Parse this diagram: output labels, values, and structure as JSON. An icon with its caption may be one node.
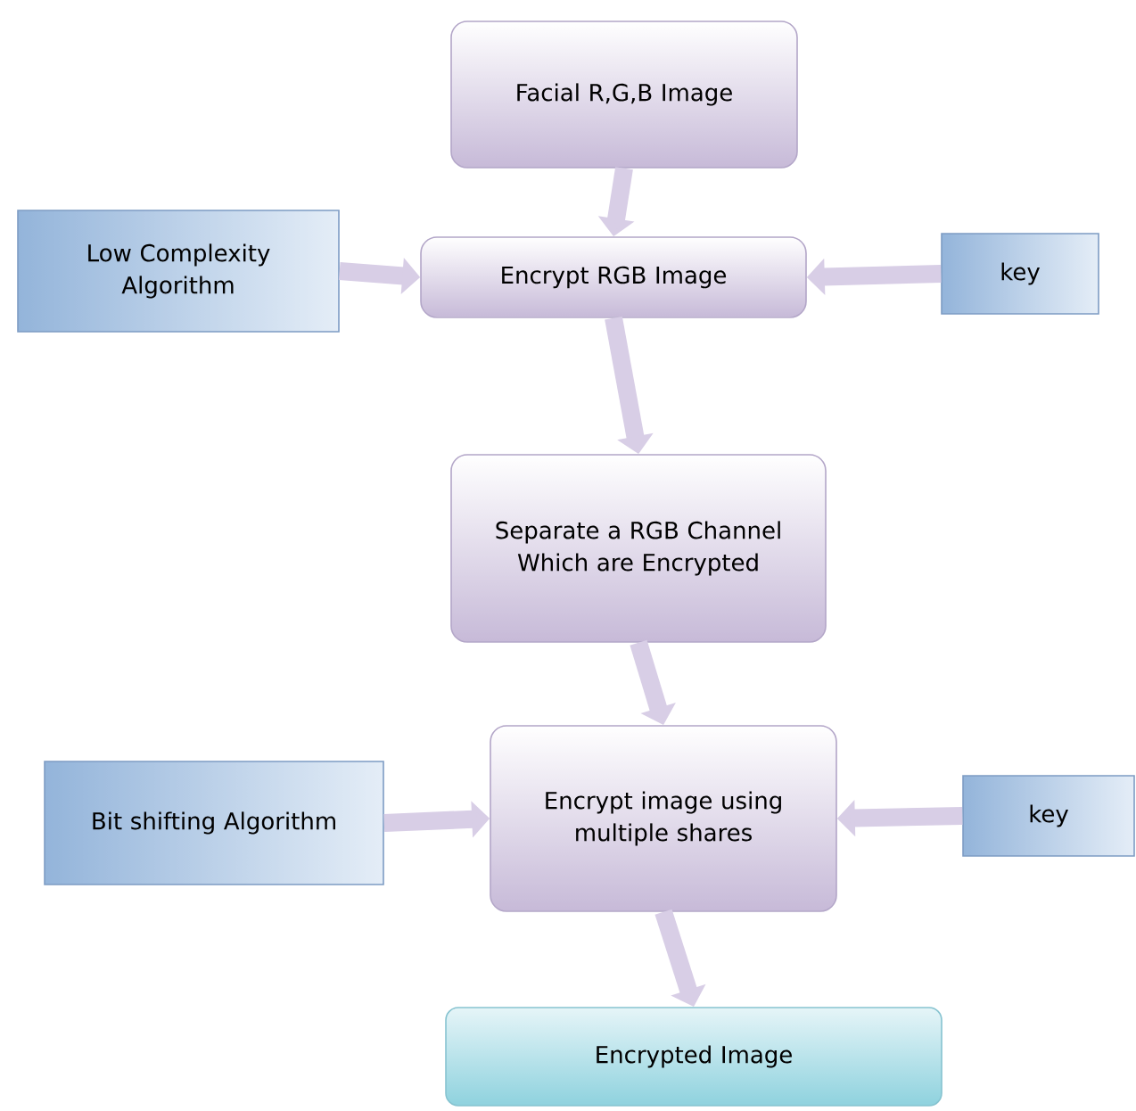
{
  "diagram": {
    "nodes": [
      {
        "text": [
          "Facial R,G,B Image"
        ]
      },
      {
        "text": [
          "Low Complexity Algorithm"
        ]
      },
      {
        "text": [
          "Encrypt RGB Image"
        ]
      },
      {
        "text": [
          "key"
        ]
      },
      {
        "text": [
          "Separate a RGB Channel Which are Encrypted"
        ]
      },
      {
        "text": [
          "Bit shifting Algorithm"
        ]
      },
      {
        "text": [
          "Encrypt image using multiple shares"
        ]
      },
      {
        "text": [
          "key"
        ]
      },
      {
        "text": [
          "Encrypted Image"
        ]
      }
    ],
    "edges": [
      {
        "from": 0,
        "to": 2,
        "arrow": "to"
      },
      {
        "from": 1,
        "to": 2,
        "arrow": "to"
      },
      {
        "from": 3,
        "to": 2,
        "arrow": "to"
      },
      {
        "from": 2,
        "to": 4,
        "arrow": "to"
      },
      {
        "from": 4,
        "to": 6,
        "arrow": "to"
      },
      {
        "from": 5,
        "to": 6,
        "arrow": "to"
      },
      {
        "from": 7,
        "to": 6,
        "arrow": "to"
      },
      {
        "from": 6,
        "to": 8,
        "arrow": "to"
      }
    ]
  }
}
